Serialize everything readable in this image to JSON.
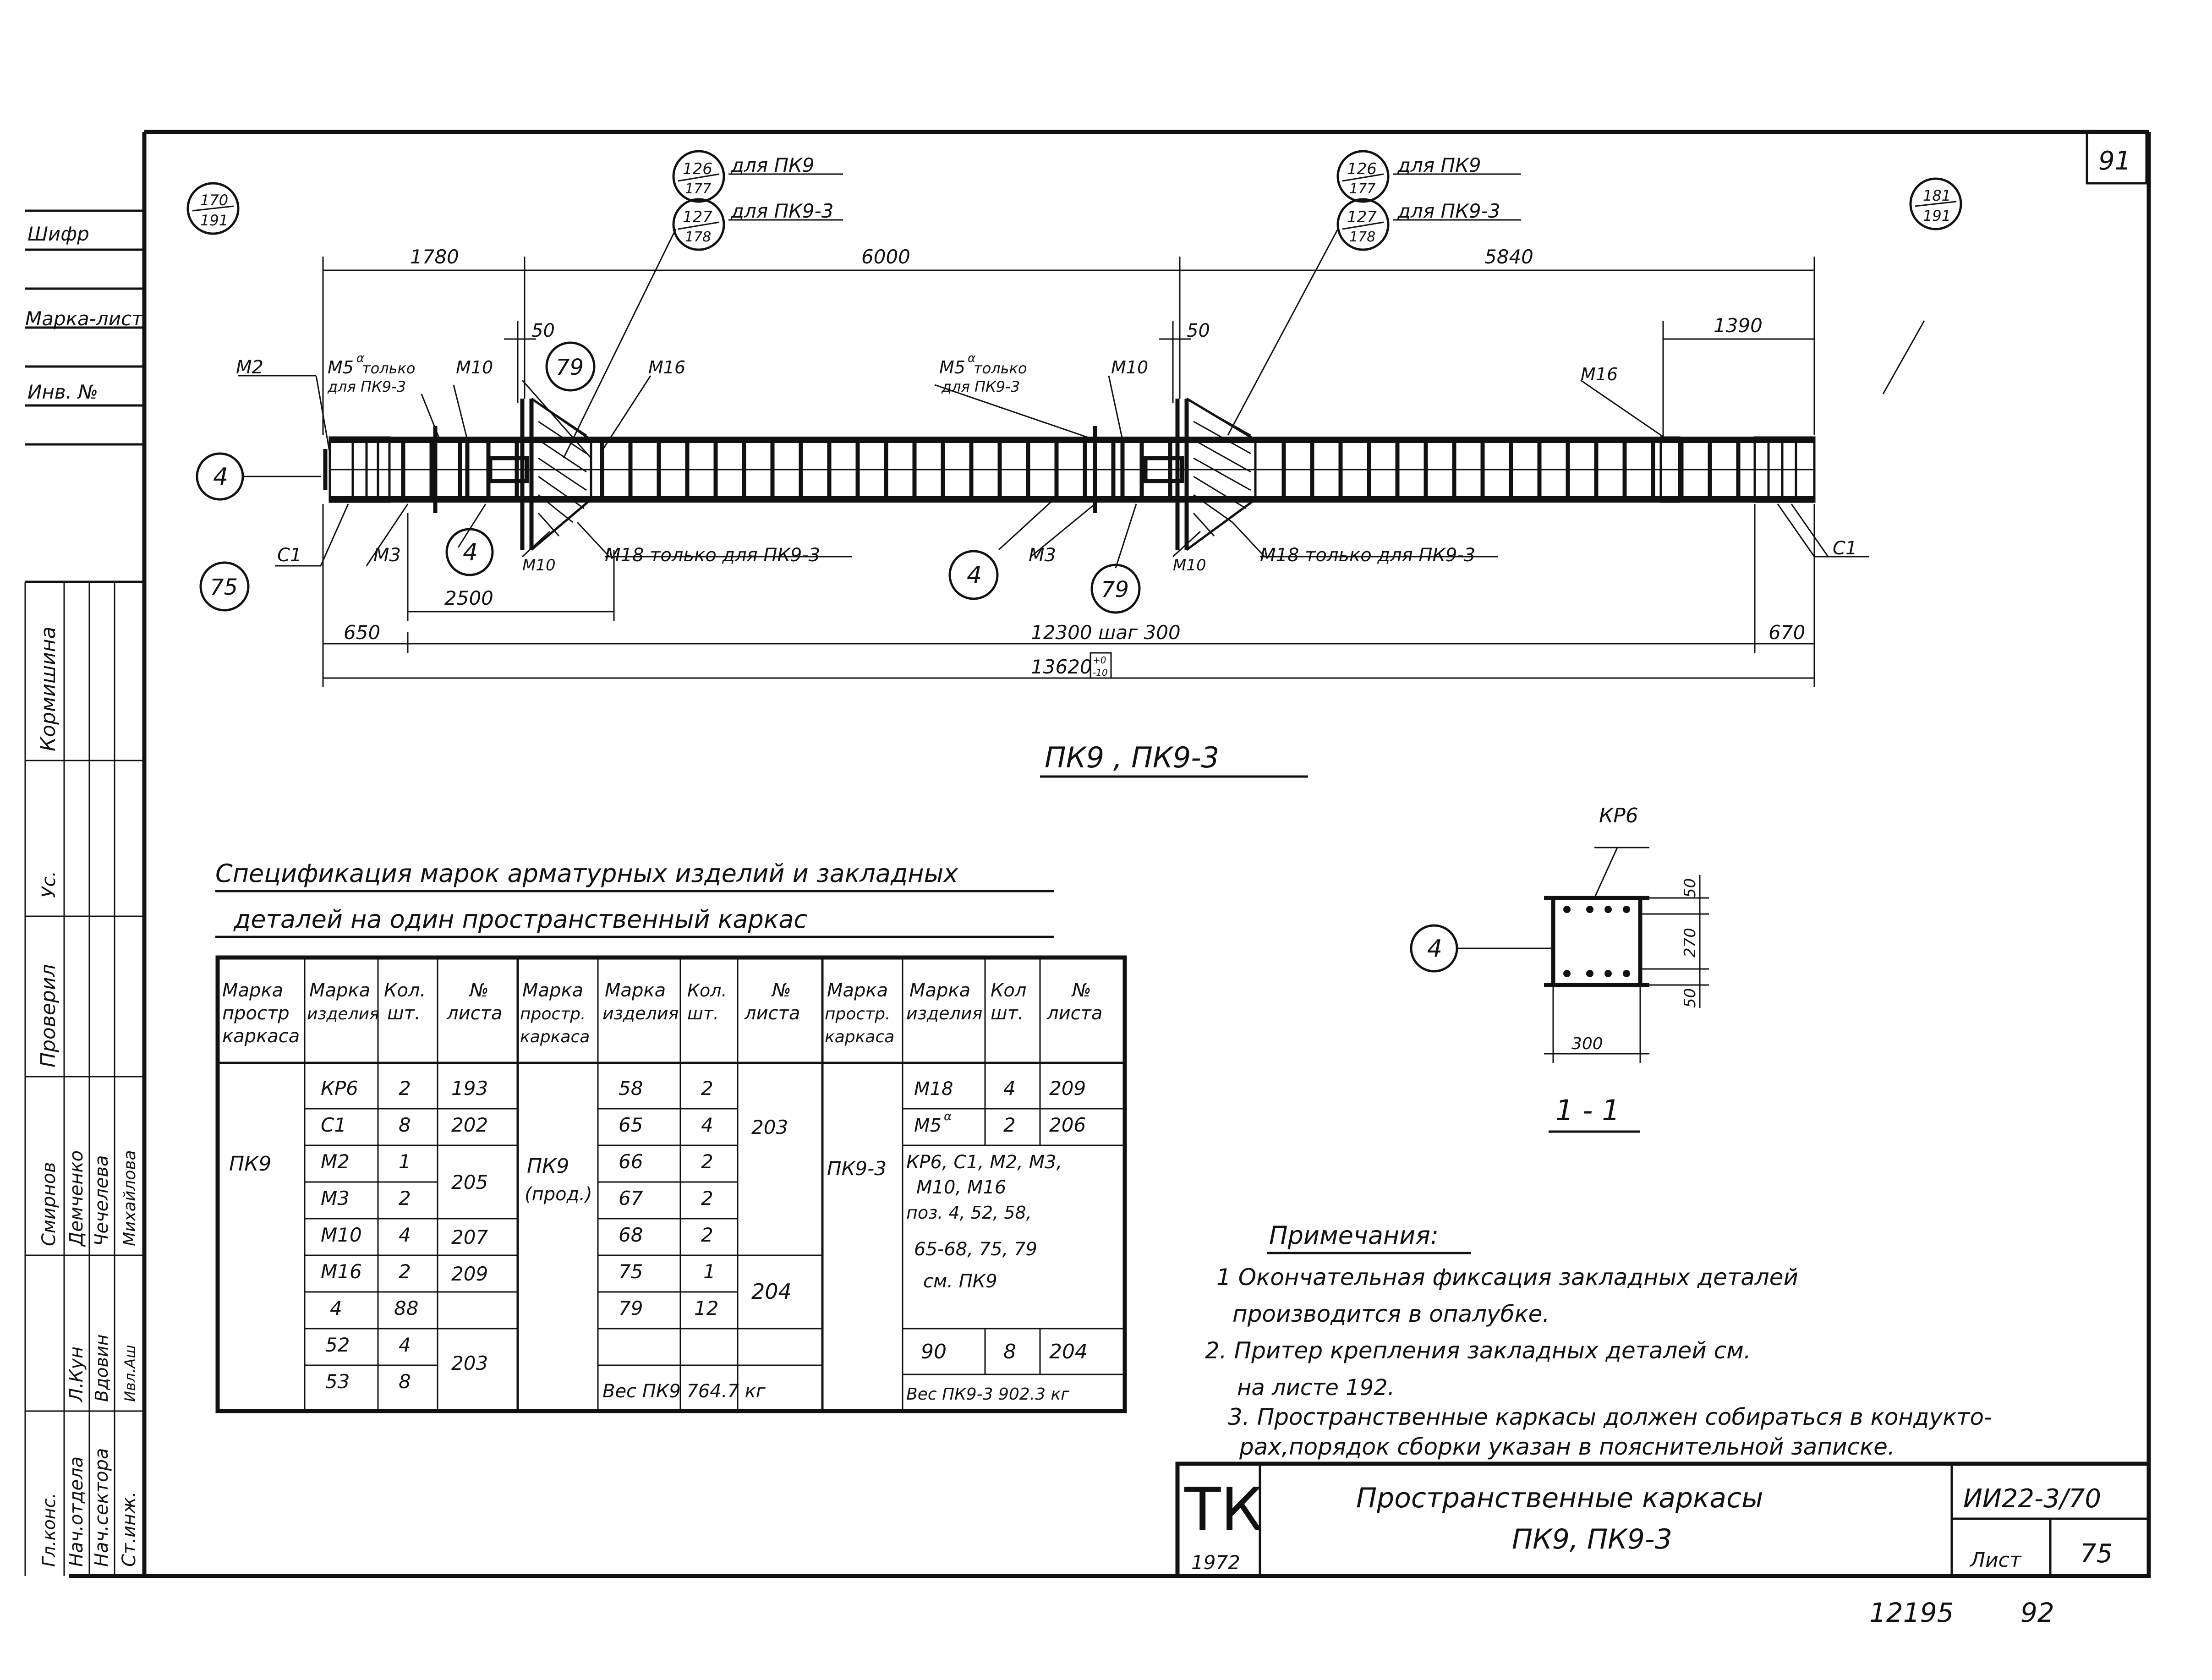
{
  "frame": {
    "sheet_corner": "91",
    "left_strip": {
      "shifr": "Шифр",
      "marka_list": "Марка-лист",
      "inv": "Инв. №"
    },
    "stamp_labels": [
      "Гл.конс.",
      "Нач.отдела",
      "Нач.сектора",
      "Ст.инж."
    ],
    "stamp_names": [
      "Кормишина",
      "Смирнов",
      "Демченко",
      "Чечелева",
      "Михайлова"
    ],
    "proveril": "Проверил",
    "misc": [
      "Ус.",
      "Л.Кун",
      "Вдовин",
      "Ивл.Аш"
    ]
  },
  "drawing": {
    "title": "ПК9 , ПК9-3",
    "dims_top": [
      "1780",
      "6000",
      "5840"
    ],
    "dims_small": [
      "50",
      "50",
      "1390"
    ],
    "dims_bottom": [
      "2500",
      "650",
      "12300 шаг 300",
      "670",
      "13620"
    ],
    "tolerance": {
      "plus": "+0",
      "minus": "-10"
    },
    "circles": {
      "left_ref": "170",
      "left_ref_sub": "191",
      "right_ref": "181",
      "right_ref_sub": "191",
      "ref_a1": "126",
      "ref_a1_sub": "177",
      "ref_a2": "127",
      "ref_a2_sub": "178",
      "ref_b1": "126",
      "ref_b1_sub": "177",
      "ref_b2": "127",
      "ref_b2_sub": "178",
      "pos4a": "4",
      "pos4b": "4",
      "pos4c": "4",
      "pos75": "75",
      "pos79a": "79",
      "pos79b": "79"
    },
    "ref_notes": {
      "a1": "для ПК9",
      "a2": "для ПК9-3",
      "b1": "для ПК9",
      "b2": "для ПК9-3"
    },
    "labels": {
      "m2": "М2",
      "m5a": "М5",
      "m5a_sup": "α",
      "m5a_txt1": "только",
      "m5a_txt2": "для ПК9-3",
      "m10a": "М10",
      "m16a": "М16",
      "c1a": "С1",
      "m3a": "М3",
      "m10b": "М10",
      "m18a": "М18 только для ПК9-3",
      "m5b": "М5",
      "m5b_sup": "α",
      "m5b_txt1": "только",
      "m5b_txt2": "для ПК9-3",
      "m10c": "М10",
      "m3b": "М3",
      "m10d": "М10",
      "m18b": "М18 только для ПК9-3",
      "m16b": "М16",
      "c1b": "С1"
    }
  },
  "section": {
    "label": "КР6",
    "title": "1 - 1",
    "pos": "4",
    "dim_w": "300",
    "dim_v1": "50",
    "dim_v2": "270",
    "dim_v3": "50"
  },
  "spec": {
    "title_line1": "Спецификация марок арматурных изделий и закладных",
    "title_line2": "деталей на один пространственный каркас",
    "headers": [
      [
        "Марка",
        "простр",
        "каркаса"
      ],
      [
        "Марка",
        "изделия"
      ],
      [
        "Кол.",
        "шт."
      ],
      [
        "№",
        "листа"
      ],
      [
        "Марка",
        "простр.",
        "каркаса"
      ],
      [
        "Марка",
        "изделия"
      ],
      [
        "Кол.",
        "шт."
      ],
      [
        "№",
        "листа"
      ],
      [
        "Марка",
        "простр.",
        "каркаса"
      ],
      [
        "Марка",
        "изделия"
      ],
      [
        "Кол",
        "шт."
      ],
      [
        "№",
        "листа"
      ]
    ],
    "group1": {
      "frame": "ПК9",
      "items": [
        "КР6",
        "С1",
        "М2",
        "М3",
        "М10",
        "М16",
        "4",
        "52",
        "53"
      ],
      "qty": [
        "2",
        "8",
        "1",
        "2",
        "4",
        "2",
        "88",
        "4",
        "8"
      ],
      "sheets": [
        "193",
        "202",
        "205",
        "207",
        "209",
        "203"
      ]
    },
    "group2": {
      "frame1": "ПК9",
      "frame2": "(прод.)",
      "items": [
        "58",
        "65",
        "66",
        "67",
        "68",
        "75",
        "79"
      ],
      "qty": [
        "2",
        "4",
        "2",
        "2",
        "2",
        "1",
        "12"
      ],
      "sheets": [
        "203",
        "204"
      ],
      "weight": "Вес ПК9   764.7 кг"
    },
    "group3": {
      "frame": "ПК9-3",
      "r1": [
        "М18",
        "4",
        "209"
      ],
      "r2": [
        "М5",
        "α",
        "2",
        "206"
      ],
      "note_lines": [
        "КР6, С1, М2, М3,",
        "М10, М16",
        "поз. 4, 52, 58,",
        "65-68, 75, 79",
        "см. ПК9"
      ],
      "r3": [
        "90",
        "8",
        "204"
      ],
      "weight": "Вес ПК9-3   902.3 кг"
    }
  },
  "notes": {
    "title": "Примечания:",
    "lines": [
      "1  Окончательная фиксация закладных деталей",
      "производится в опалубке.",
      "2. Притер крепления закладных деталей  см.",
      "на листе 192.",
      "3. Пространственные каркасы должен собираться в кондукто-",
      "рах,порядок сборки указан в пояснительной записке."
    ]
  },
  "titleblock": {
    "logo": "ТК",
    "year": "1972",
    "name_line1": "Пространственные каркасы",
    "name_line2": "ПК9, ПК9-3",
    "code": "ИИ22-3/70",
    "list_label": "Лист",
    "list_value": "75"
  },
  "bottom": {
    "number": "12195",
    "page": "92"
  }
}
